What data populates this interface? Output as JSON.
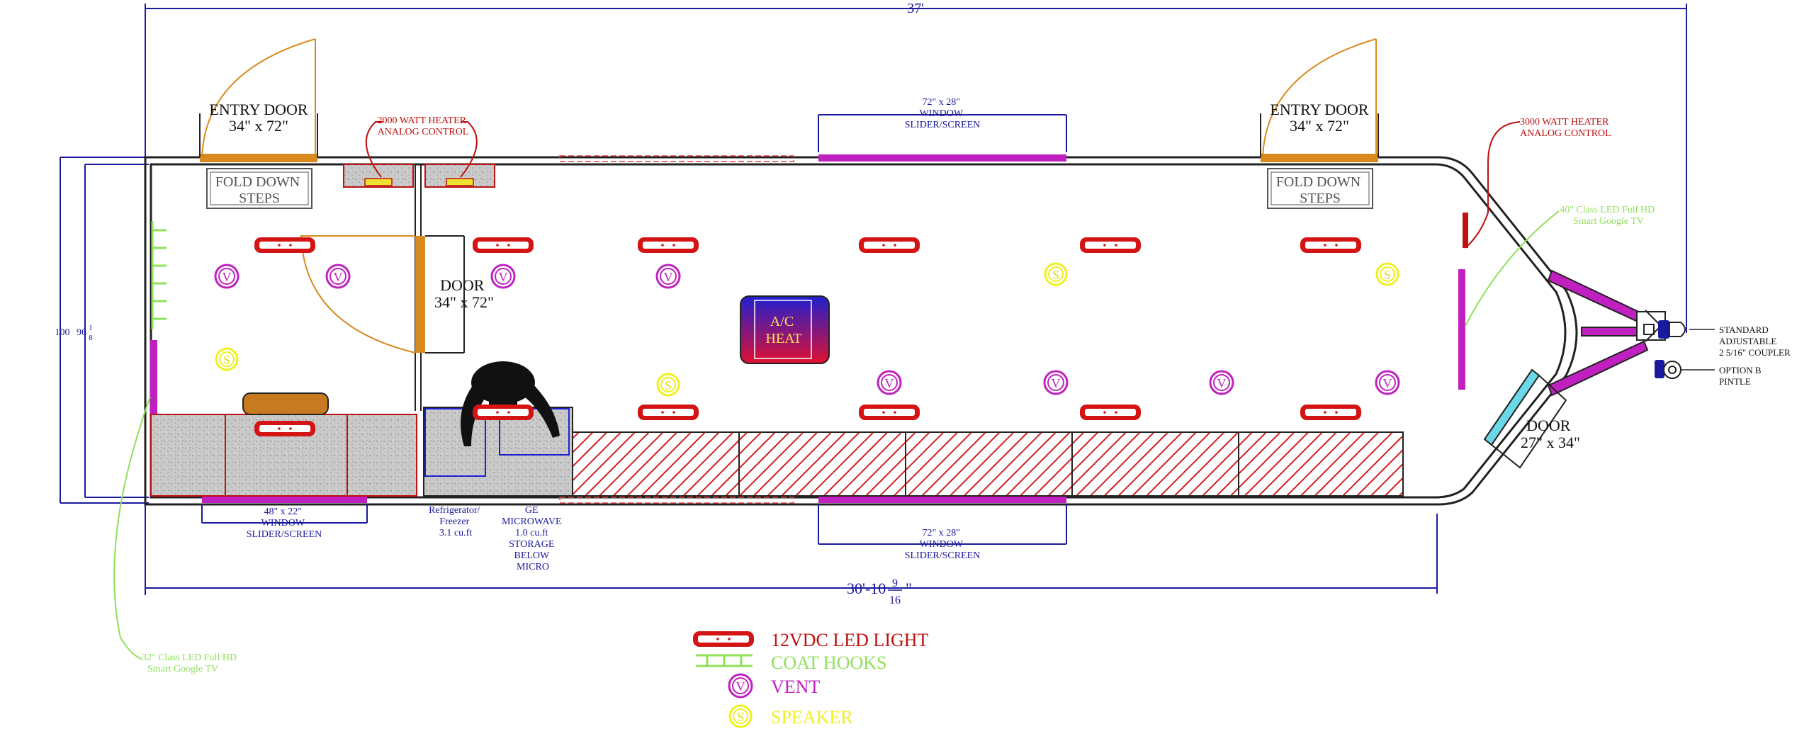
{
  "dimensions": {
    "overall_length": "37'",
    "box_length": "30'-10",
    "box_length_frac_num": "9",
    "box_length_frac_den": "16",
    "box_length_suffix": "\"",
    "width_outer": "100",
    "width_inner": "96",
    "width_inner_frac_num": "1",
    "width_inner_frac_den": "8"
  },
  "doors": {
    "entry_left_title": "ENTRY DOOR",
    "entry_left_size": "34\" x 72\"",
    "entry_right_title": "ENTRY DOOR",
    "entry_right_size": "34\" x 72\"",
    "interior_title": "DOOR",
    "interior_size": "34\" x 72\"",
    "front_title": "DOOR",
    "front_size": "27\" x 34\""
  },
  "steps": {
    "left_line1": "FOLD DOWN",
    "left_line2": "STEPS",
    "right_line1": "FOLD DOWN",
    "right_line2": "STEPS"
  },
  "windows": {
    "top_line1": "72\" x 28\"",
    "top_line2": "WINDOW",
    "top_line3": "SLIDER/SCREEN",
    "bottom_line1": "72\" x 28\"",
    "bottom_line2": "WINDOW",
    "bottom_line3": "SLIDER/SCREEN",
    "small_line1": "48\" x 22\"",
    "small_line2": "WINDOW",
    "small_line3": "SLIDER/SCREEN"
  },
  "heaters": {
    "left_line1": "2000 WATT HEATER",
    "left_line2": "ANALOG CONTROL",
    "right_line1": "3000 WATT HEATER",
    "right_line2": "ANALOG CONTROL"
  },
  "tvs": {
    "front_line1": "40\" Class LED Full HD",
    "front_line2": "Smart Google TV",
    "rear_line1": "32\" Class LED Full HD",
    "rear_line2": "Smart Google TV"
  },
  "ac": {
    "line1": "A/C",
    "line2": "HEAT"
  },
  "appliances": {
    "fridge_line1": "Refrigerator/",
    "fridge_line2": "Freezer",
    "fridge_line3": "3.1 cu.ft",
    "micro_line1": "GE",
    "micro_line2": "MICROWAVE",
    "micro_line3": "1.0 cu.ft",
    "micro_line4": "STORAGE",
    "micro_line5": "BELOW",
    "micro_line6": "MICRO"
  },
  "hitch": {
    "std_line1": "STANDARD",
    "std_line2": "ADJUSTABLE",
    "std_line3": "2 5/16\" COUPLER",
    "optb_line1": "OPTION B",
    "optb_line2": "PINTLE"
  },
  "vent_symbol": "V",
  "speaker_symbol": "S",
  "legend": {
    "light": "12VDC LED LIGHT",
    "hooks": "COAT HOOKS",
    "vent": "VENT",
    "speaker": "SPEAKER"
  },
  "colors": {
    "dimension_blue": "#1a1a9e",
    "light_red": "#d41414",
    "hooks_green": "#8ee05a",
    "vent_magenta": "#c020c0",
    "speaker_yellow": "#f0f020",
    "window_magenta": "#c020c0",
    "door_orange": "#d98a1e",
    "ac_top": "#2020d0",
    "ac_bottom": "#e01030"
  }
}
